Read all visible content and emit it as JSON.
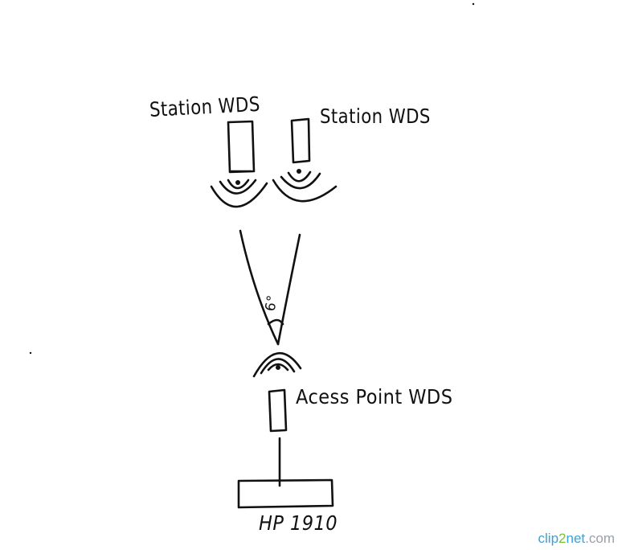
{
  "labels": {
    "station_1": "Station WDS",
    "station_2": "Station WDS",
    "access_point": "Acess Point WDS",
    "switch": "HP 1910",
    "angle": "6°"
  },
  "watermark": {
    "part_a": "clip",
    "part_b": "2",
    "part_c": "net",
    "part_d": ".com"
  },
  "icons": {
    "station_antenna": "wifi-waves-icon",
    "ap_antenna": "wifi-waves-icon"
  }
}
